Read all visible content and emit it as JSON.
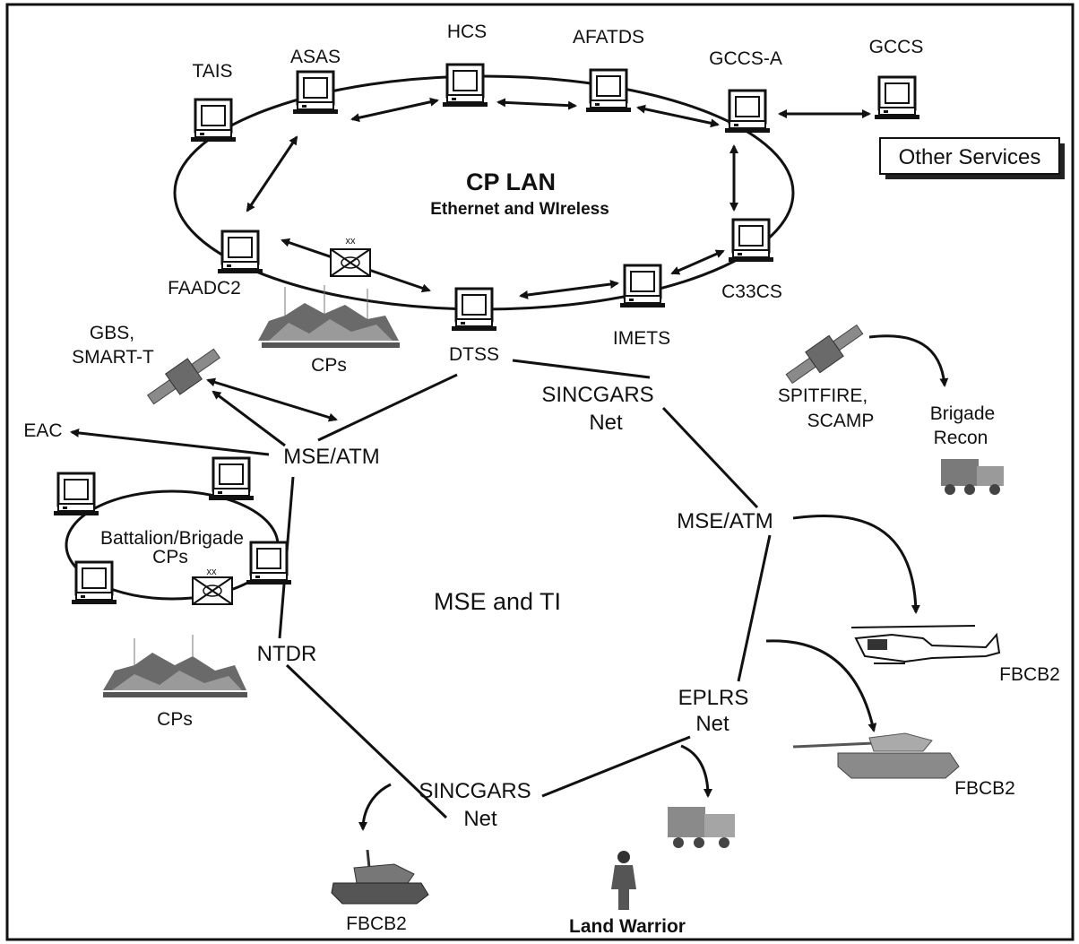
{
  "title": "CP LAN",
  "subtitle": "Ethernet and WIreless",
  "center_label": "MSE and TI",
  "other_services": "Other Services",
  "ring_nodes": {
    "tais": "TAIS",
    "asas": "ASAS",
    "hcs": "HCS",
    "afatds": "AFATDS",
    "gccs_a": "GCCS-A",
    "faadc2": "FAADC2",
    "dtss": "DTSS",
    "imets": "IMETS",
    "c33cs": "C33CS"
  },
  "gccs": "GCCS",
  "cps_top": "CPs",
  "gbs": [
    "GBS,",
    "SMART-T"
  ],
  "eac": "EAC",
  "mse_atm_left": "MSE/ATM",
  "mse_atm_right": "MSE/ATM",
  "battalion": [
    "Battalion/Brigade",
    "CPs"
  ],
  "ntdr": "NTDR",
  "cps_bottom": "CPs",
  "sincgars_top": [
    "SINCGARS",
    "Net"
  ],
  "sincgars_bottom": [
    "SINCGARS",
    "Net"
  ],
  "spitfire": [
    "SPITFIRE,",
    "SCAMP"
  ],
  "brigade_recon": [
    "Brigade",
    "Recon"
  ],
  "eplrs": [
    "EPLRS",
    "Net"
  ],
  "fbcb2_heli": "FBCB2",
  "fbcb2_tank_right": "FBCB2",
  "fbcb2_tank_bottom": "FBCB2",
  "land_warrior": "Land Warrior",
  "xx_mark": "xx"
}
